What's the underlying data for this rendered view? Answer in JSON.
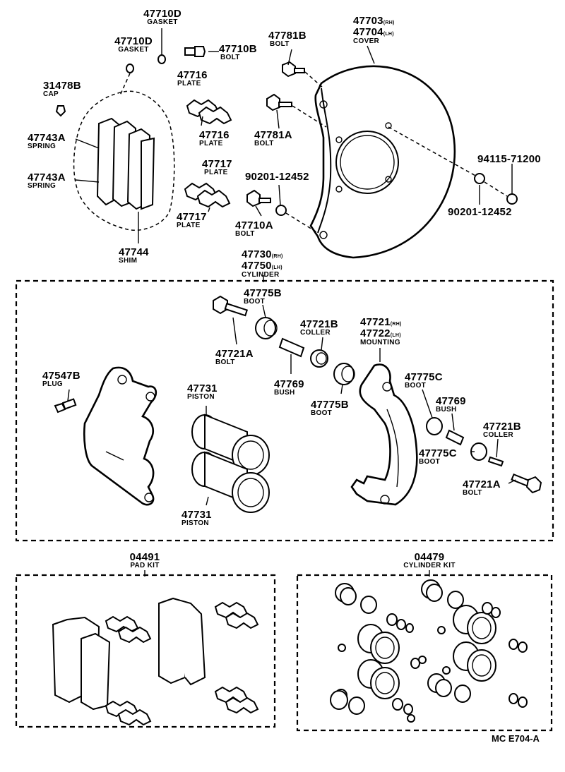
{
  "parts": {
    "p47710D_top": {
      "number": "47710D",
      "name": "GASKET"
    },
    "p47710D_left": {
      "number": "47710D",
      "name": "GASKET"
    },
    "p47710B": {
      "number": "47710B",
      "name": "BOLT"
    },
    "p47781B": {
      "number": "47781B",
      "name": "BOLT"
    },
    "p47703": {
      "number": "47703",
      "side": "(RH)"
    },
    "p47704": {
      "number": "47704",
      "side": "(LH)",
      "name": "COVER"
    },
    "p31478B": {
      "number": "31478B",
      "name": "CAP"
    },
    "p47716_a": {
      "number": "47716",
      "name": "PLATE"
    },
    "p47716_b": {
      "number": "47716",
      "name": "PLATE"
    },
    "p47781A": {
      "number": "47781A",
      "name": "BOLT"
    },
    "p47743A_a": {
      "number": "47743A",
      "name": "SPRING"
    },
    "p47743A_b": {
      "number": "47743A",
      "name": "SPRING"
    },
    "p47717_a": {
      "number": "47717",
      "name": "PLATE"
    },
    "p90201_a": {
      "number": "90201-12452"
    },
    "p94115": {
      "number": "94115-71200"
    },
    "p47717_b": {
      "number": "47717",
      "name": "PLATE"
    },
    "p47710A": {
      "number": "47710A",
      "name": "BOLT"
    },
    "p90201_b": {
      "number": "90201-12452"
    },
    "p47744": {
      "number": "47744",
      "name": "SHIM"
    },
    "p47730": {
      "number": "47730",
      "side": "(RH)"
    },
    "p47750": {
      "number": "47750",
      "side": "(LH)",
      "name": "CYLINDER"
    },
    "p47775B_a": {
      "number": "47775B",
      "name": "BOOT"
    },
    "p47721B_a": {
      "number": "47721B",
      "name": "COLLER"
    },
    "p47721": {
      "number": "47721",
      "side": "(RH)"
    },
    "p47722": {
      "number": "47722",
      "side": "(LH)",
      "name": "MOUNTING"
    },
    "p47721A_a": {
      "number": "47721A",
      "name": "BOLT"
    },
    "p47547B": {
      "number": "47547B",
      "name": "PLUG"
    },
    "p47731_a": {
      "number": "47731",
      "name": "PISTON"
    },
    "p47769_a": {
      "number": "47769",
      "name": "BUSH"
    },
    "p47775C_a": {
      "number": "47775C",
      "name": "BOOT"
    },
    "p47775B_b": {
      "number": "47775B",
      "name": "BOOT"
    },
    "p47769_b": {
      "number": "47769",
      "name": "BUSH"
    },
    "p47721B_b": {
      "number": "47721B",
      "name": "COLLER"
    },
    "p47775C_b": {
      "number": "47775C",
      "name": "BOOT"
    },
    "p47731_b": {
      "number": "47731",
      "name": "PISTON"
    },
    "p47721A_b": {
      "number": "47721A",
      "name": "BOLT"
    }
  },
  "kits": {
    "pad": {
      "number": "04491",
      "name": "PAD KIT"
    },
    "cylinder": {
      "number": "04479",
      "name": "CYLINDER KIT"
    }
  },
  "footer": {
    "code": "MC E704-A"
  }
}
